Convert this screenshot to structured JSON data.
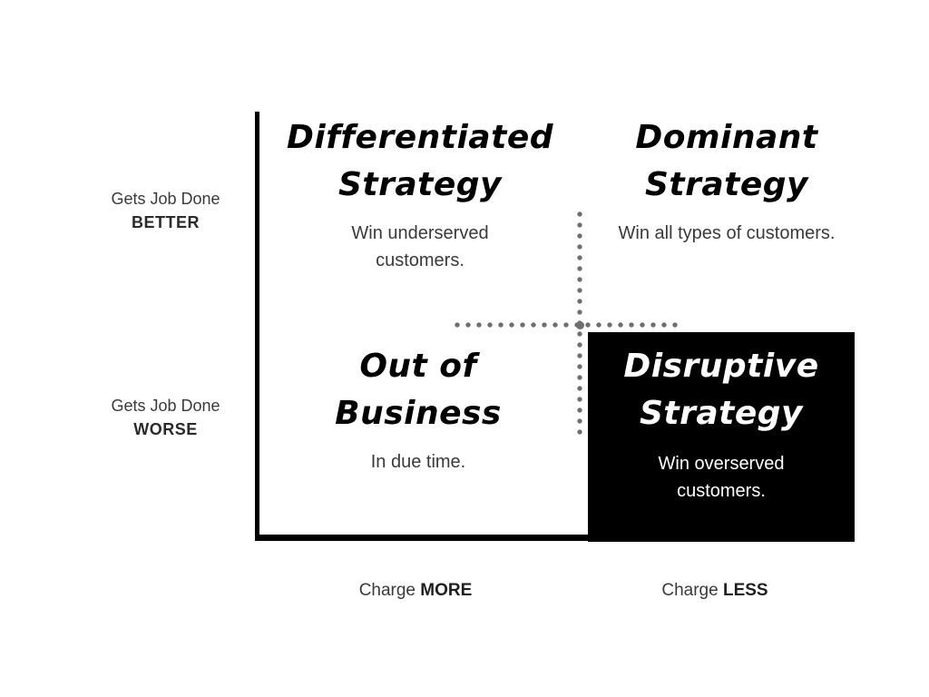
{
  "diagram": {
    "type": "2x2-strategy-matrix",
    "quadrants": {
      "top_left": {
        "title_line1": "Differentiated",
        "title_line2": "Strategy",
        "subtitle": "Win underserved customers."
      },
      "top_right": {
        "title_line1": "Dominant",
        "title_line2": "Strategy",
        "subtitle": "Win all types of customers."
      },
      "bottom_left": {
        "title_line1": "Out of",
        "title_line2": "Business",
        "subtitle": "In due time."
      },
      "bottom_right": {
        "title_line1": "Disruptive",
        "title_line2": "Strategy",
        "subtitle": "Win overserved customers."
      }
    },
    "y_axis": {
      "top_label": {
        "prefix": "Gets Job Done",
        "emphasis": "BETTER"
      },
      "bottom_label": {
        "prefix": "Gets Job Done",
        "emphasis": "WORSE"
      }
    },
    "x_axis": {
      "left_label": {
        "prefix": "Charge",
        "emphasis": "MORE"
      },
      "right_label": {
        "prefix": "Charge",
        "emphasis": "LESS"
      }
    },
    "colors": {
      "background": "#ffffff",
      "axis": "#000000",
      "heading_text": "#000000",
      "body_text": "#3a3a3a",
      "dotted_divider": "#6e6e6e",
      "inverted_quadrant_bg": "#000000",
      "inverted_quadrant_text": "#ffffff"
    }
  }
}
